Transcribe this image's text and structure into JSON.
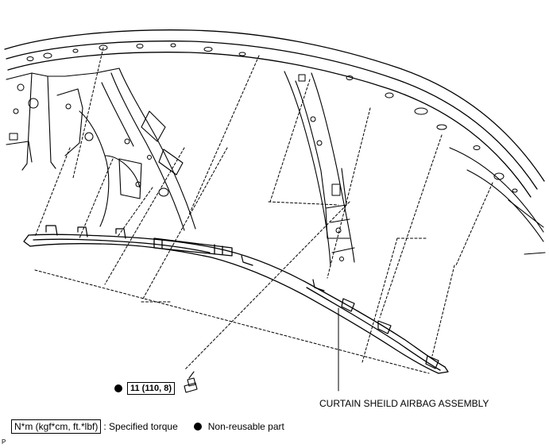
{
  "figure": {
    "part_callout": "CURTAIN SHEILD AIRBAG ASSEMBLY",
    "bolt_torque": "11 (110, 8)",
    "page_code": "P"
  },
  "legend": {
    "torque_unit": "N*m (kgf*cm, ft.*lbf)",
    "torque_desc": ": Specified torque",
    "nonreusable_desc": "Non-reusable part"
  },
  "icons": {
    "nonreusable_symbol": "filled-circle-icon"
  }
}
